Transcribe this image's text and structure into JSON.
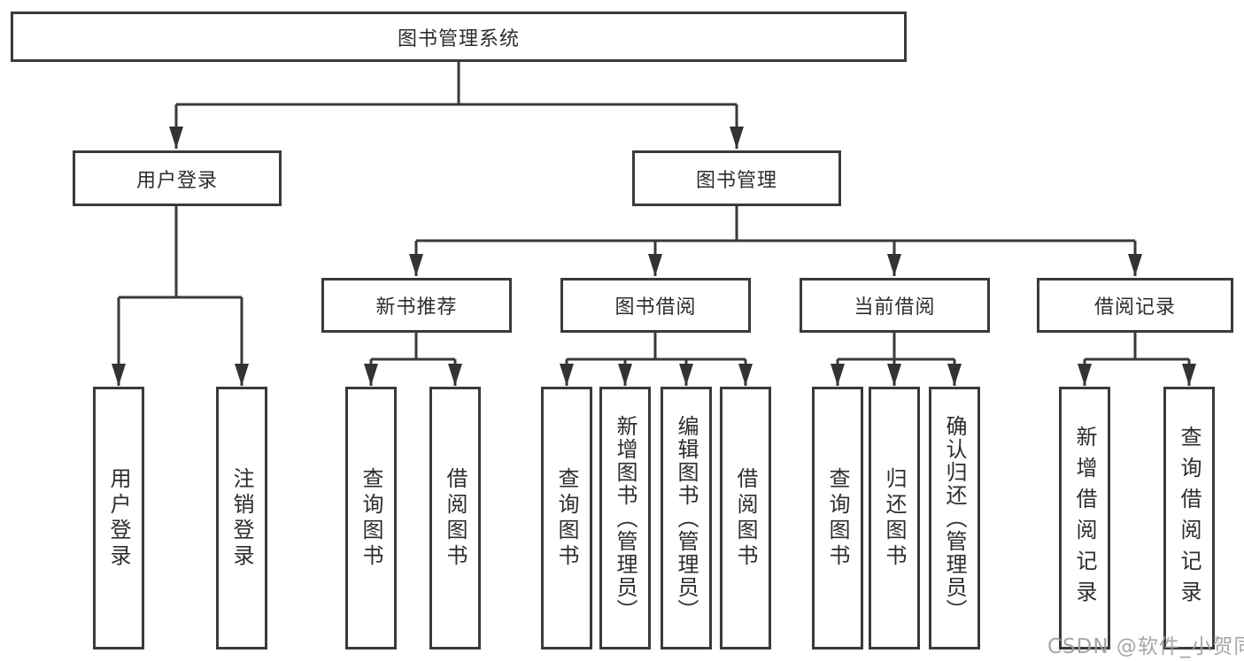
{
  "root": {
    "label": "图书管理系统"
  },
  "branches": {
    "user": {
      "label": "用户登录",
      "children": [
        {
          "label": "用户登录"
        },
        {
          "label": "注销登录"
        }
      ]
    },
    "book": {
      "label": "图书管理",
      "sections": [
        {
          "label": "新书推荐",
          "children": [
            {
              "label": "查询图书"
            },
            {
              "label": "借阅图书"
            }
          ]
        },
        {
          "label": "图书借阅",
          "children": [
            {
              "label": "查询图书"
            },
            {
              "label": "新增图书（管理员）"
            },
            {
              "label": "编辑图书（管理员）"
            },
            {
              "label": "借阅图书"
            }
          ]
        },
        {
          "label": "当前借阅",
          "children": [
            {
              "label": "查询图书"
            },
            {
              "label": "归还图书"
            },
            {
              "label": "确认归还（管理员）"
            }
          ]
        },
        {
          "label": "借阅记录",
          "children": [
            {
              "label": "新增借阅记录"
            },
            {
              "label": "查询借阅记录"
            }
          ]
        }
      ]
    }
  },
  "watermark": {
    "text": "CSDN @软件_小贺同学"
  },
  "colors": {
    "line": "#3a3a3a",
    "text": "#2d2d2d",
    "watermark": "#9e9e9e",
    "background": "#ffffff"
  }
}
